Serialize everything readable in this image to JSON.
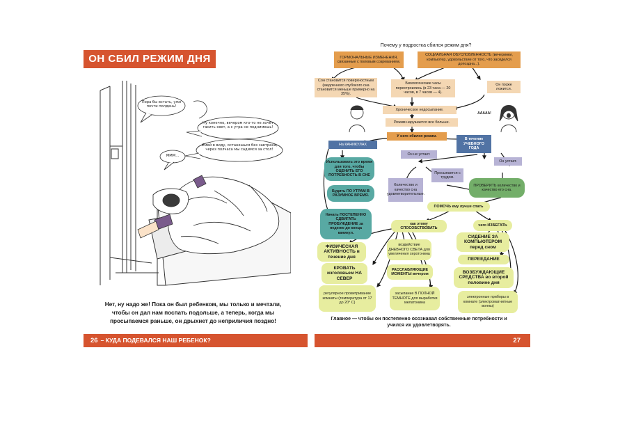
{
  "left_page": {
    "chapter_title": "ОН СБИЛ РЕЖИМ ДНЯ",
    "bubbles": {
      "mom_1": "Пора бы встать, уже почти полдень!",
      "mom_2": "Ну конечно, вечером кто-то не хочет гасить свет, а с утра не поднимешь!",
      "mom_3": "Имей в виду, останешься без завтрака, через полчаса мы садимся за стол!",
      "teen": "МММ..."
    },
    "caption": "Нет, ну надо же! Пока он был ребенком, мы только и мечтали, чтобы он дал нам поспать подольше, а теперь, когда мы просыпаемся раньше, он дрыхнет до неприличия поздно!"
  },
  "footer": {
    "left_number": "26",
    "left_text": "– КУДА ПОДЕВАЛСЯ НАШ РЕБЕНОК?",
    "right_number": "27"
  },
  "diagram": {
    "title": "Почему у подростка сбился режим дня?",
    "hormonal": "ГОРМОНАЛЬНЫЕ ИЗМЕНЕНИЯ, связанные с половым созреванием.",
    "social": "СОЦИАЛЬНАЯ ОБУСЛОВЛЕННОСТЬ (вечеринки, компьютер, удовольствие от того, что засиделся допоздна...).",
    "superficial": "Сон становится поверхностным (медленного глубокого сна становится меньше примерно на 35%).",
    "biological": "Биологические часы перестроились (в 23 часа — 20 часов, в 7 часов — 4).",
    "later": "Он позже ложится.",
    "chronic": "Хроническое недосыпание.",
    "aaah": "ААААА!",
    "broken": "Режим нарушается все больше.",
    "has_broken": "У него сбился режим.",
    "vacation": "На КАНИКУЛАХ",
    "school_year": "В течение УЧЕБНОГО ГОДА",
    "use_time": "Использовать это время для того, чтобы ОЦЕНИТЬ ЕГО ПОТРЕБНОСТЬ В СНЕ",
    "wake_reasonable": "Будить ПО УТРАМ В РАЗУМНОЕ ВРЕМЯ.",
    "shift_gradually": "Начать ПОСТЕПЕННО СДВИГАТЬ ПРОБУЖДЕНИЕ за неделю до конца каникул.",
    "not_tired": "Он не устает.",
    "tired": "Он устает.",
    "quantity_ok": "Количество и качество сна удовлетворительные.",
    "wakes_hard": "Просыпается с трудом.",
    "check": "ПРОВЕРИТЬ количество и качество его сна.",
    "help_sleep": "ПОМОЧЬ ему лучше спать",
    "as_promote": "как этому СПОСОБСТВОВАТЬ",
    "what_avoid": "чего ИЗБЕГАТЬ",
    "physical": "ФИЗИЧЕСКАЯ АКТИВНОСТЬ в течение дня",
    "daylight": "воздействие ДНЕВНОГО СВЕТА для увеличения серотонина",
    "bed_north": "КРОВАТЬ изголовьем НА СЕВЕР",
    "relax": "РАССЛАБЛЯЮЩИЕ МОМЕНТЫ вечером",
    "ventilation": "регулярное проветривание комнаты (температура от 17 до 20° С)",
    "dark": "засыпание В ПОЛНОЙ ТЕМНОТЕ для выработки мелатонина",
    "computer": "СИДЕНИЕ ЗА КОМПЬЮТЕРОМ перед сном",
    "overeating": "ПЕРЕЕДАНИЕ",
    "stimulants": "ВОЗБУЖДАЮЩИЕ СРЕДСТВА во второй половине дня",
    "electronics": "электронные приборы в комнате (электромагнитные волны)",
    "conclusion": "Главное — чтобы он постепенно осознавал собственные потребности и учился их удовлетворять."
  },
  "colors": {
    "accent": "#d6542f",
    "orange": "#e49d4d",
    "blue": "#5173a4",
    "teal": "#58a9a3",
    "green": "#73ae69",
    "yellow": "#e7ed9f",
    "lilac": "#b7b3d5"
  }
}
